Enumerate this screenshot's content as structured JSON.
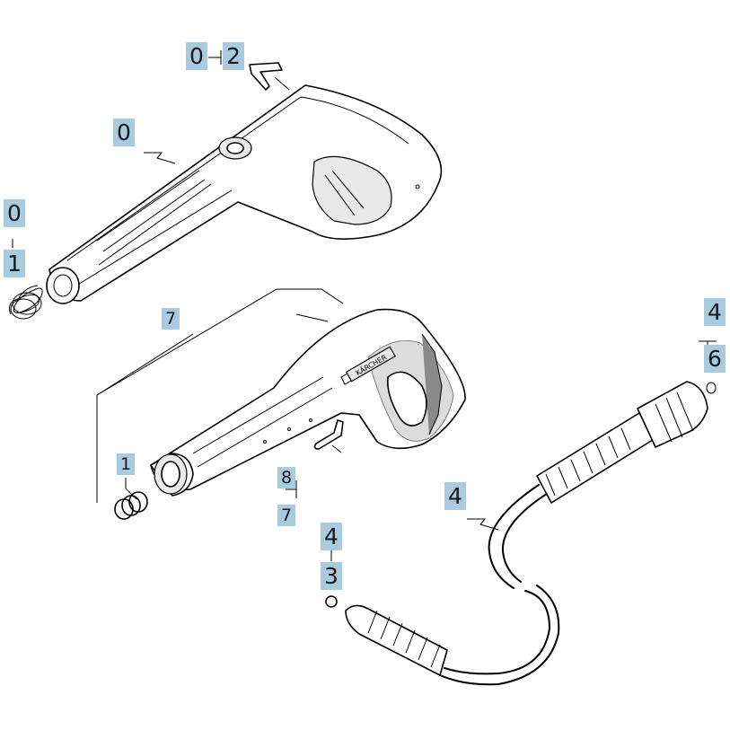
{
  "callouts": {
    "c_02_a": "0",
    "c_02_b": "2",
    "c_0": "0",
    "c_01_a": "0",
    "c_01_b": "1",
    "c_7": "7",
    "c_1": "1",
    "c_87_a": "8",
    "c_87_b": "7",
    "c_43_a": "4",
    "c_43_b": "3",
    "c_4": "4",
    "c_46_a": "4",
    "c_46_b": "6"
  },
  "brand_text": "KÄRCHER",
  "colors": {
    "callout_bg": "#a9cbe0",
    "line": "#000000",
    "background": "#ffffff"
  }
}
